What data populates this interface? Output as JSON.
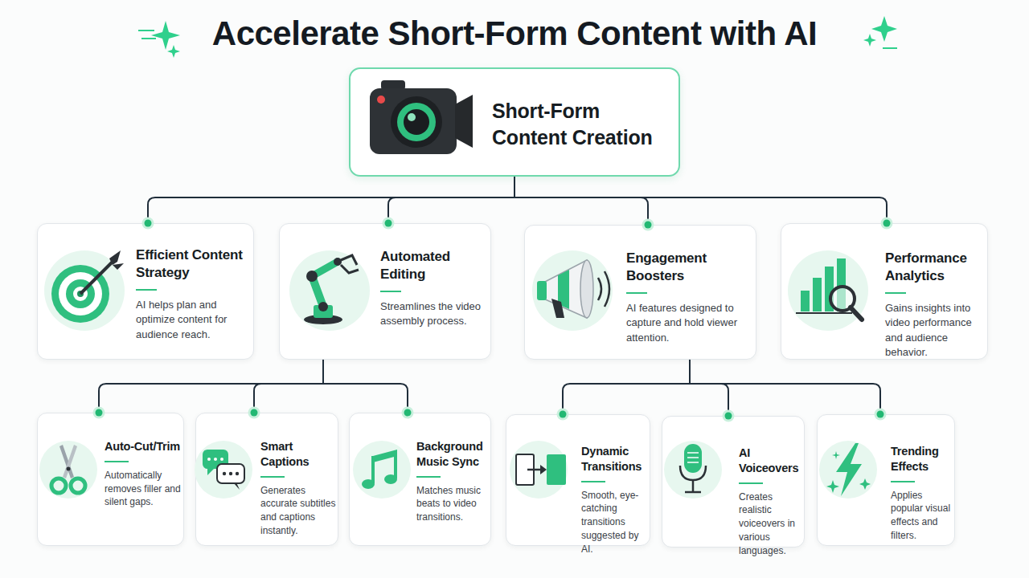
{
  "diagram": {
    "title": "Accelerate Short-Form Content with AI",
    "nodes": [
      {
        "text": [
          "Short-Form Content Creation"
        ]
      },
      {
        "text": [
          "Efficient Content Strategy",
          "AI helps plan and optimize content for audience reach."
        ]
      },
      {
        "text": [
          "Automated Editing",
          "Streamlines the video assembly process."
        ]
      },
      {
        "text": [
          "Engagement Boosters",
          "AI features designed to capture and hold viewer attention."
        ]
      },
      {
        "text": [
          "Performance Analytics",
          "Gains insights into video performance and audience behavior."
        ]
      },
      {
        "text": [
          "Auto-Cut/Trim",
          "Automatically removes filler and silent gaps."
        ]
      },
      {
        "text": [
          "Smart Captions",
          "Generates accurate subtitles and captions instantly."
        ]
      },
      {
        "text": [
          "Background Music Sync",
          "Matches music beats to video transitions."
        ]
      },
      {
        "text": [
          "Dynamic Transitions",
          "Smooth, eye-catching transitions suggested by AI."
        ]
      },
      {
        "text": [
          "AI Voiceovers",
          "Creates realistic voiceovers in various languages."
        ]
      },
      {
        "text": [
          "Trending Effects",
          "Applies popular visual effects and filters."
        ]
      }
    ],
    "edges": [
      {
        "from": 0,
        "to": 1,
        "arrow": "none"
      },
      {
        "from": 0,
        "to": 2,
        "arrow": "none"
      },
      {
        "from": 0,
        "to": 3,
        "arrow": "none"
      },
      {
        "from": 0,
        "to": 4,
        "arrow": "none"
      },
      {
        "from": 2,
        "to": 5,
        "arrow": "none"
      },
      {
        "from": 2,
        "to": 6,
        "arrow": "none"
      },
      {
        "from": 2,
        "to": 7,
        "arrow": "none"
      },
      {
        "from": 3,
        "to": 8,
        "arrow": "none"
      },
      {
        "from": 3,
        "to": 9,
        "arrow": "none"
      },
      {
        "from": 3,
        "to": 10,
        "arrow": "none"
      }
    ]
  }
}
